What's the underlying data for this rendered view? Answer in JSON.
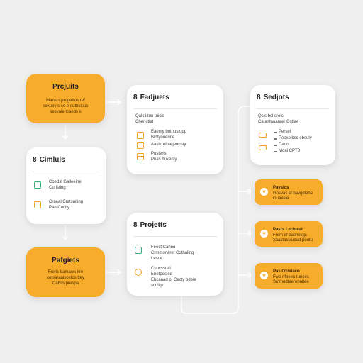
{
  "colors": {
    "accent": "#f7ac2c",
    "green": "#3aae7a",
    "background": "#efefef"
  },
  "orange_top": {
    "title": "Prcjuits",
    "lines": [
      "Mans s progettos  ref",
      "sexuey s ce e outbsluus",
      "sesvaie tcaeds s"
    ]
  },
  "orange_bottom": {
    "title": "Pafgiets",
    "lines": [
      "Freris  bamaws kre",
      "cotsaraaiscetos ttey",
      "Cabss prespa"
    ]
  },
  "card_clients": {
    "number": "8",
    "title": "Cimluls",
    "items": [
      {
        "icon": "document-icon",
        "lines": [
          "Coedsl Galleeine",
          "Curisting"
        ]
      },
      {
        "icon": "clipboard-icon",
        "lines": [
          "Craeal Curtsuiting",
          "Pan Cucity"
        ]
      }
    ]
  },
  "card_products": {
    "number": "8",
    "title": "Fadjuets",
    "subtitle_lines": [
      "Qalc l tuu tuicis",
      "Cherictiat"
    ],
    "items": [
      {
        "icon": "box-icon",
        "lines": [
          "Eaemy buthustupp",
          "Biotyouerine"
        ]
      },
      {
        "icon": "grid-icon",
        "lines": [
          "Aasb. olbaqeucnty"
        ]
      },
      {
        "icon": "grid-icon",
        "lines": [
          "Pustens",
          "Puas bukenty"
        ]
      }
    ]
  },
  "card_projects": {
    "number": "8",
    "title": "Projetts",
    "items": [
      {
        "icon": "checklist-icon",
        "lines": [
          "Feect Canno",
          "Crmmonaret Cothaling",
          "Lesue"
        ]
      },
      {
        "icon": "bulb-icon",
        "lines": [
          "Cupcsstell",
          "Enetpecied",
          "Ehcaaad p. Cecty bdeie",
          "scuilip"
        ]
      }
    ]
  },
  "card_subjects": {
    "number": "8",
    "title": "Sedjots",
    "subtitle_lines": [
      "Qcls bcl sreis",
      "Caurstaaaraer Ostiae"
    ],
    "items": [
      "Perset",
      "Peoxelbsc ebsuly",
      "Dacts",
      "Moal CPT3"
    ]
  },
  "pills": [
    {
      "title": "Paysics",
      "lines": [
        "Gosvas el bavgdiene",
        "Guaxele"
      ]
    },
    {
      "title": "Pasrs  I  ecbleat",
      "lines": [
        "Frem ef oatinecgs",
        "Sxastasuiudad poutu"
      ]
    },
    {
      "title": "Pas Oxmiacu",
      "lines": [
        "Fwo nfbeeu tunces",
        "Smmodtaerennitee"
      ]
    }
  ]
}
